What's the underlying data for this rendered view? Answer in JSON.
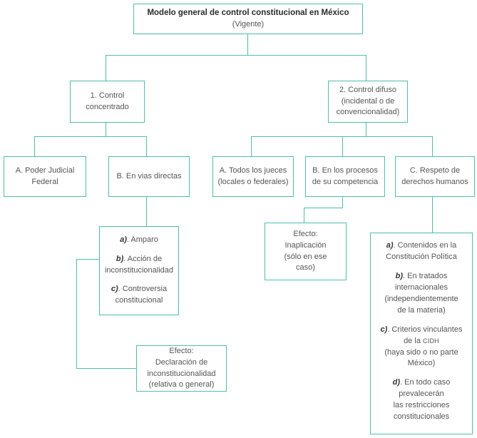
{
  "diagram": {
    "type": "flowchart",
    "accent_color": "#4FBDAC",
    "text_color": "#555555",
    "background": "#ffffff"
  },
  "title_box": {
    "main": "Modelo general de control constitucional en México",
    "sub": "(Vigente)"
  },
  "level2": {
    "left": {
      "line1": "1. Control",
      "line2": "concentrado"
    },
    "right": {
      "line1": "2. Control difuso",
      "line2": "(incidental o de",
      "line3": "convencionalidad)"
    }
  },
  "level3": {
    "concentrado_a": {
      "line1": "A. Poder Judicial",
      "line2": "Federal"
    },
    "concentrado_b": {
      "line1": "B. En vias directas"
    },
    "difuso_a": {
      "line1": "A. Todos los jueces",
      "line2": "(locales o federales)"
    },
    "difuso_b": {
      "line1": "B. En los procesos",
      "line2": "de su competencia"
    },
    "difuso_c": {
      "line1": "C. Respeto de",
      "line2": "derechos humanos"
    }
  },
  "vias_directas_list": {
    "a_label": "a)",
    "a_text": ". Amparo",
    "b_label": "b)",
    "b_text": ". Acción de",
    "b_text2": "inconstitucionalidad",
    "c_label": "c)",
    "c_text": ". Controversia",
    "c_text2": "constitucional"
  },
  "efecto_inaplicacion": {
    "line1": "Efecto:",
    "line2": "Inaplicación",
    "line3": "(sólo en ese",
    "line4": "caso)"
  },
  "efecto_declaracion": {
    "line1": "Efecto:",
    "line2": "Declaración de",
    "line3": "inconstitucionalidad",
    "line4": "(relativa o general)"
  },
  "derechos_humanos_list": {
    "a_label": "a)",
    "a_text": ". Contenidos en la",
    "a_text2": "Constitución Política",
    "b_label": "b)",
    "b_text": ". En tratados",
    "b_text2": "internacionales",
    "b_text3": "(independientemente",
    "b_text4": "de la materia)",
    "c_label": "c)",
    "c_text": ". Criterios vinculantes",
    "c_text2_pre": "de la ",
    "c_text2_sc": "CIDH",
    "c_text3": "(haya sido o no parte",
    "c_text4": "México)",
    "d_label": "d)",
    "d_text": ". En todo caso",
    "d_text2": "prevalecerán",
    "d_text3": "las restricciones",
    "d_text4": "constitucionales"
  }
}
